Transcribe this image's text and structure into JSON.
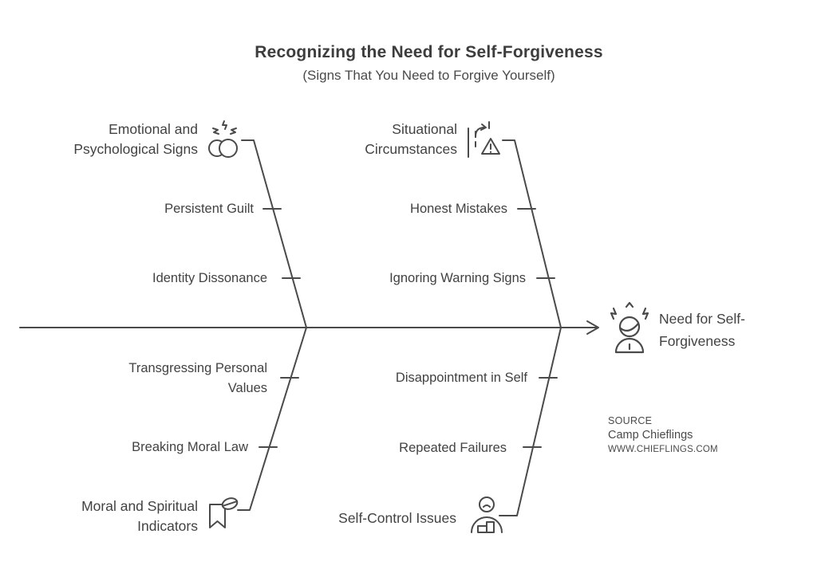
{
  "title": {
    "main": "Recognizing the Need for Self-Forgiveness",
    "sub": "(Signs That You Need to Forgive Yourself)"
  },
  "categories": [
    {
      "name": "emotional-psychological-signs",
      "label_lines": [
        "Emotional and",
        "Psychological Signs"
      ],
      "icon": "stressed-heads-icon",
      "items": [
        "Persistent Guilt",
        "Identity Dissonance"
      ]
    },
    {
      "name": "situational-circumstances",
      "label_lines": [
        "Situational",
        "Circumstances"
      ],
      "icon": "road-warning-icon",
      "items": [
        "Honest Mistakes",
        "Ignoring Warning Signs"
      ]
    },
    {
      "name": "moral-spiritual-indicators",
      "label_lines": [
        "Moral and Spiritual",
        "Indicators"
      ],
      "icon": "bookmark-slash-icon",
      "items": [
        "Transgressing Personal Values",
        "Breaking Moral Law"
      ]
    },
    {
      "name": "self-control-issues",
      "label_lines": [
        "Self-Control Issues"
      ],
      "icon": "person-barrier-icon",
      "items": [
        "Disappointment in Self",
        "Repeated Failures"
      ]
    }
  ],
  "effect": {
    "label_lines": [
      "Need for Self-",
      "Forgiveness"
    ],
    "icon": "stressed-person-icon"
  },
  "source": {
    "heading": "SOURCE",
    "name": "Camp Chieflings",
    "url": "WWW.CHIEFLINGS.COM"
  },
  "colors": {
    "line": "#4a4a4a",
    "text": "#424242",
    "title": "#3d3d3d",
    "background": "#ffffff"
  }
}
